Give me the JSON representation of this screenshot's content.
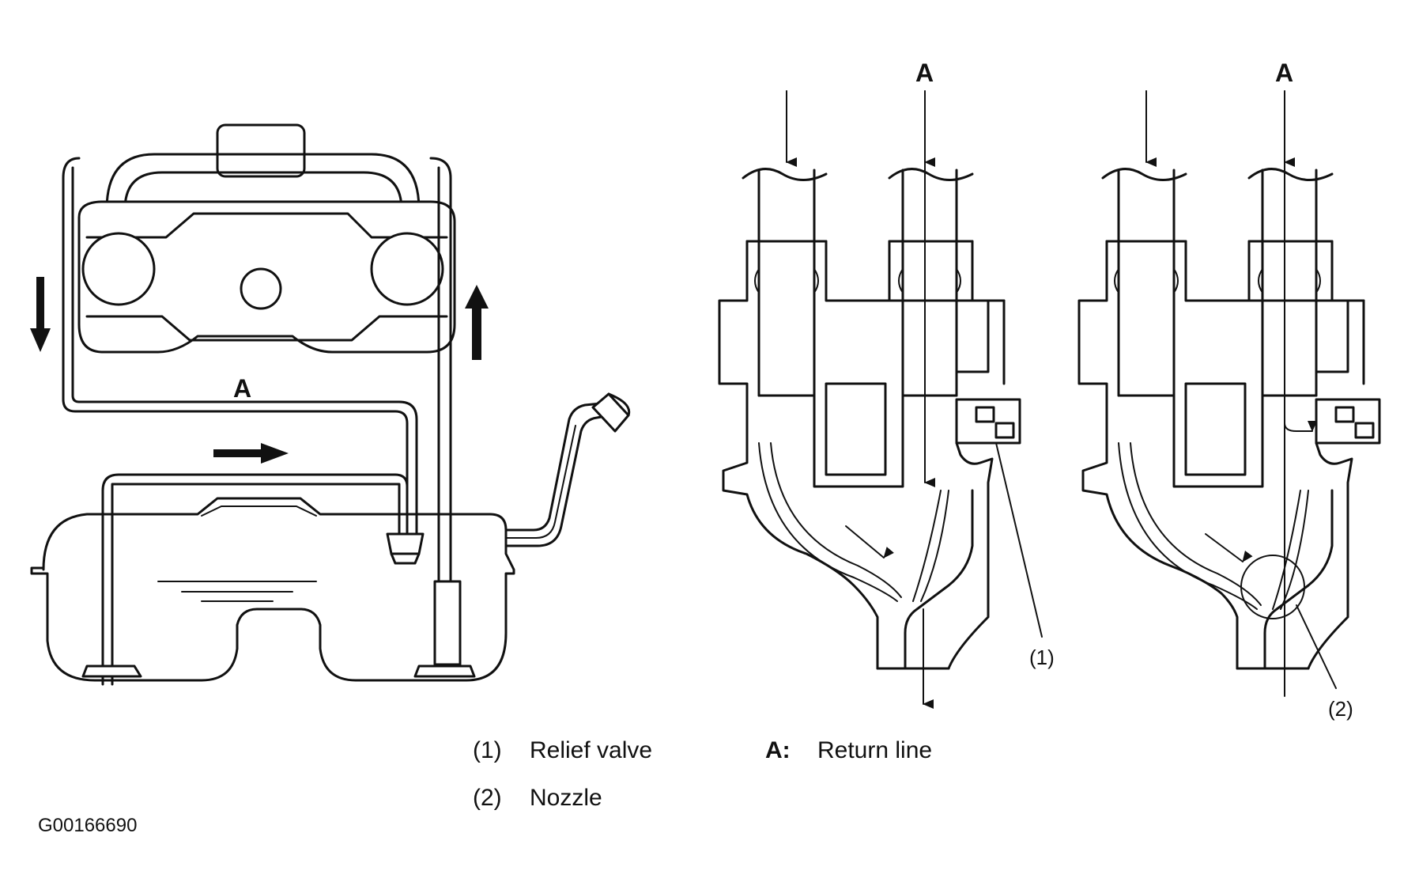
{
  "callouts": {
    "left_return_line": "A",
    "middle_return_line": "A",
    "right_return_line": "A",
    "relief_valve_ref": "(1)",
    "nozzle_ref": "(2)"
  },
  "legend": {
    "items": [
      {
        "ref": "(1)",
        "label": "Relief valve"
      },
      {
        "ref": "(2)",
        "label": "Nozzle"
      }
    ],
    "key": {
      "letter": "A:",
      "label": "Return line"
    }
  },
  "figure_code": "G00166690"
}
